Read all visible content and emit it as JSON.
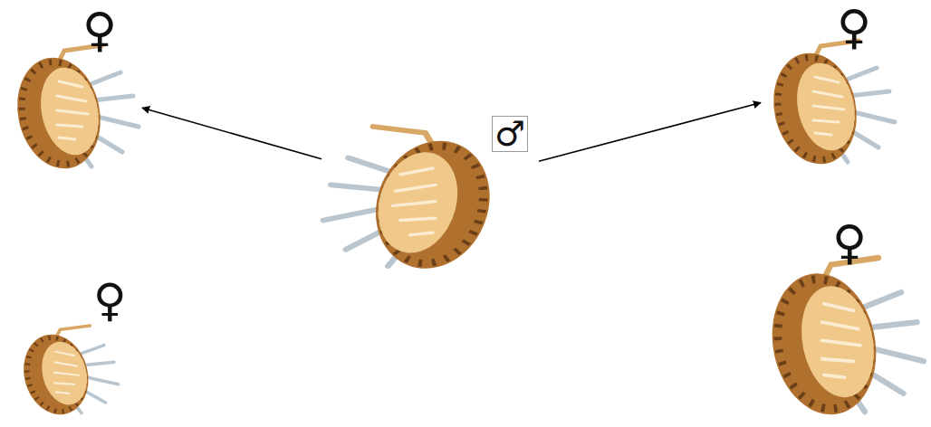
{
  "diagram": {
    "nodes": [
      {
        "text": [
          "♀"
        ]
      },
      {
        "text": [
          "♀"
        ]
      },
      {
        "text": [
          "♂"
        ]
      },
      {
        "text": [
          "♀"
        ]
      },
      {
        "text": [
          "♀"
        ]
      }
    ],
    "edges": [
      {
        "from": 2,
        "to": 0,
        "arrow": "to"
      },
      {
        "from": 2,
        "to": 1,
        "arrow": "to"
      }
    ]
  }
}
